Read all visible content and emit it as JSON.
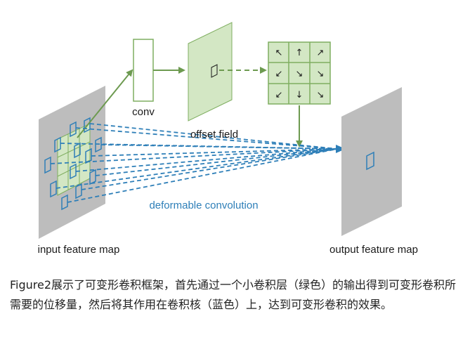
{
  "diagram": {
    "labels": {
      "conv": "conv",
      "offset_field": "offset field",
      "deformable_convolution": "deformable convolution",
      "input_feature_map": "input feature map",
      "output_feature_map": "output feature map"
    },
    "offset_arrows": [
      "↖",
      "↑",
      "↗",
      "↙",
      "↘",
      "↘",
      "↙",
      "↓",
      "↘"
    ],
    "colors": {
      "green_fill": "#d3e7c4",
      "green_stroke": "#7fae60",
      "blue": "#2e7fb8",
      "gray_plane": "#bdbdbd"
    }
  },
  "caption": {
    "text": "Figure2展示了可变形卷积框架，首先通过一个小卷积层（绿色）的输出得到可变形卷积所需要的位移量，然后将其作用在卷积核（蓝色）上，达到可变形卷积的效果。"
  }
}
